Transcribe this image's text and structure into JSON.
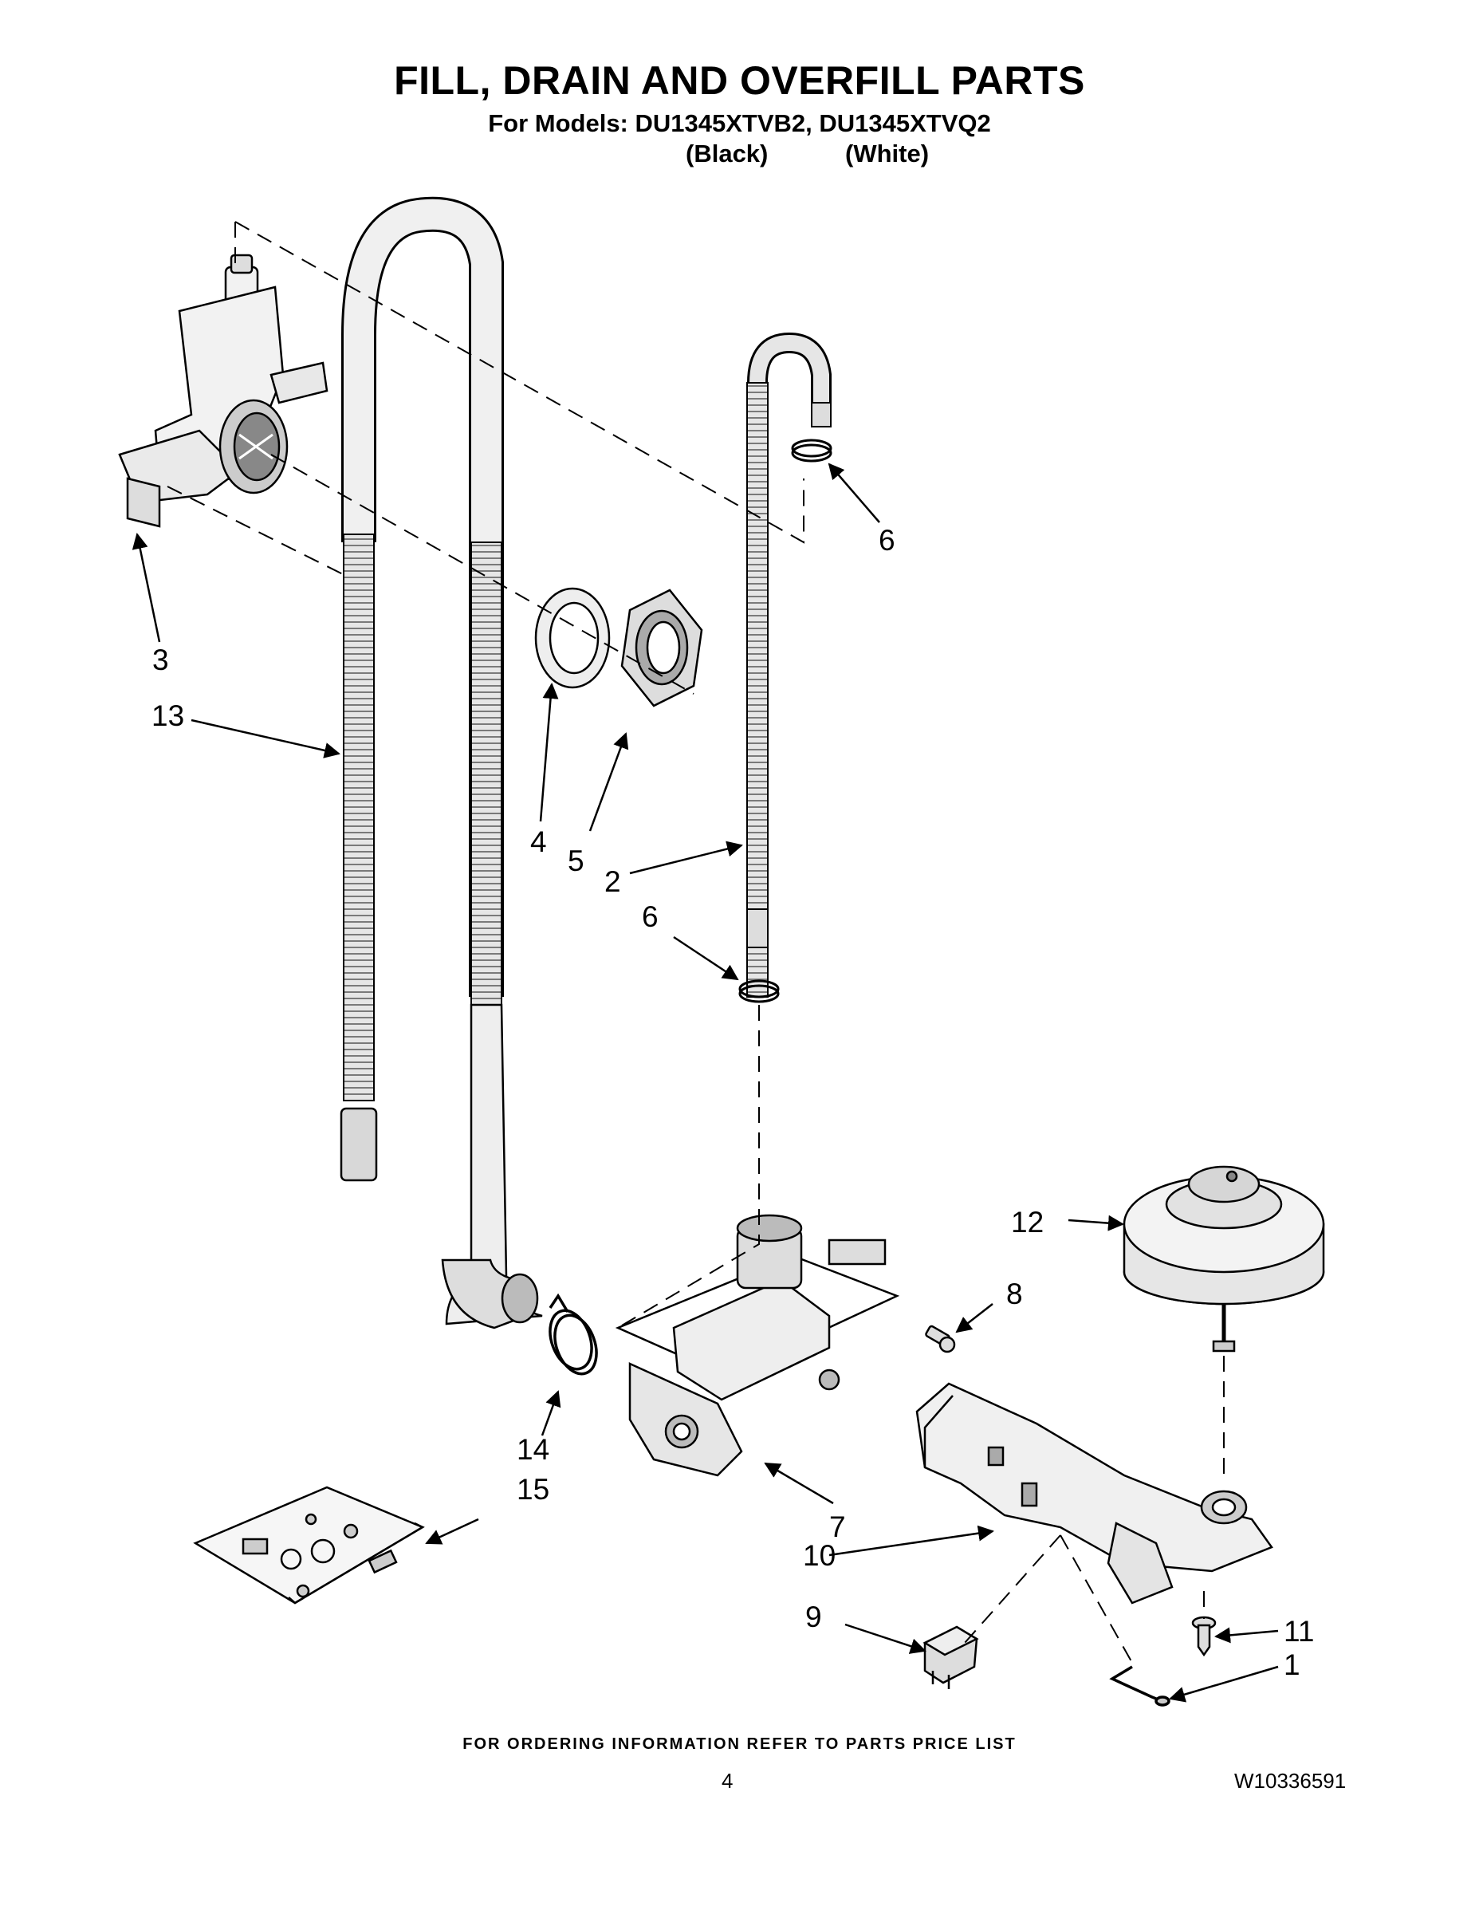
{
  "header": {
    "title": "FILL, DRAIN AND OVERFILL PARTS",
    "models_line": "For Models: DU1345XTVB2, DU1345XTVQ2",
    "color_black": "(Black)",
    "color_white": "(White)"
  },
  "callouts": {
    "c1": "1",
    "c2": "2",
    "c3": "3",
    "c4": "4",
    "c5": "5",
    "c6a": "6",
    "c6b": "6",
    "c7": "7",
    "c8": "8",
    "c9": "9",
    "c10": "10",
    "c11": "11",
    "c12": "12",
    "c13": "13",
    "c14": "14",
    "c15": "15"
  },
  "footer": {
    "ordering_note": "FOR ORDERING INFORMATION REFER TO PARTS PRICE LIST",
    "page_number": "4",
    "document_number": "W10336591"
  }
}
